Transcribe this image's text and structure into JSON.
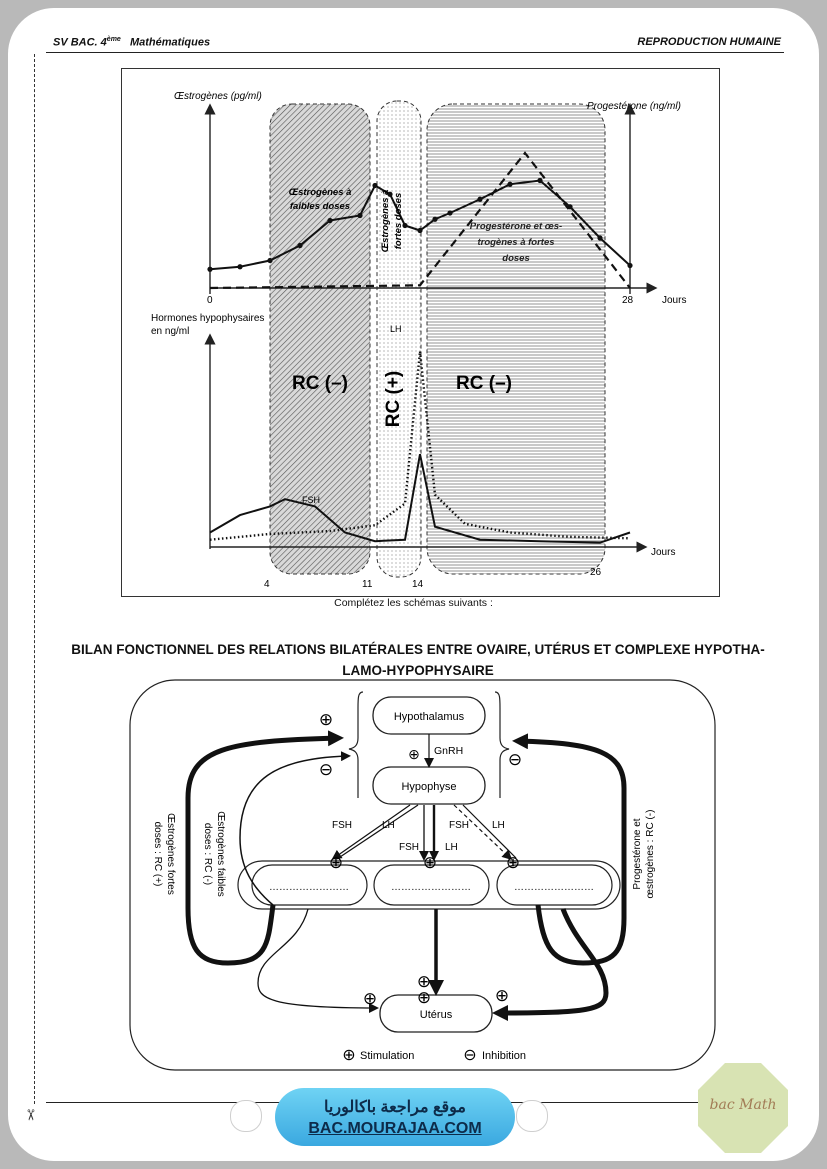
{
  "header": {
    "left_prefix": "SV BAC. 4",
    "left_sup": "ème",
    "left_subject": "Mathématiques",
    "right": "REPRODUCTION HUMAINE"
  },
  "graph": {
    "top_left_axis": "Œstrogènes (pg/ml)",
    "top_right_axis": "Progestérone (ng/ml)",
    "x_zero": "0",
    "x_28": "28",
    "x_unit_top": "Jours",
    "zone1_label_line1": "Œstrogènes à",
    "zone1_label_line2": "faibles doses",
    "zone2_label_line1": "Œstrogènes à",
    "zone2_label_line2": "fortes doses",
    "zone3_label_line1": "Progestérone et œs-",
    "zone3_label_line2": "trogènes à fortes",
    "zone3_label_line3": "doses",
    "bottom_axis_line1": "Hormones hypophysaires",
    "bottom_axis_line2": "en ng/ml",
    "lh_label": "LH",
    "fsh_label": "FSH",
    "rc_minus_1": "RC (–)",
    "rc_plus": "RC (+)",
    "rc_minus_2": "RC (–)",
    "x_unit_bottom": "Jours",
    "tick_4": "4",
    "tick_11": "11",
    "tick_14": "14",
    "tick_26": "26",
    "chart_data": {
      "type": "line",
      "x_unit": "Jours",
      "xlim": [
        0,
        28
      ],
      "series": [
        {
          "name": "Œstrogènes",
          "x": [
            0,
            2,
            4,
            6,
            8,
            10,
            11,
            12,
            13,
            14,
            15,
            16,
            18,
            20,
            22,
            24,
            26,
            28
          ],
          "values": [
            1.5,
            1.7,
            2.2,
            3.4,
            5.4,
            5.8,
            8.2,
            7.5,
            5.0,
            4.6,
            5.5,
            6.0,
            7.1,
            8.3,
            8.6,
            6.5,
            4.0,
            1.8
          ]
        },
        {
          "name": "Progestérone",
          "x": [
            0,
            14,
            21,
            28
          ],
          "values": [
            0,
            0.2,
            10,
            0
          ]
        },
        {
          "name": "FSH",
          "x": [
            0,
            2,
            4,
            5,
            7,
            9,
            11,
            13,
            14,
            15,
            18,
            22,
            26,
            28
          ],
          "values": [
            1,
            2.2,
            2.8,
            3.3,
            2.8,
            1.0,
            0.4,
            0.5,
            6.4,
            1.4,
            0.5,
            0.4,
            0.3,
            1.0
          ]
        },
        {
          "name": "LH",
          "x": [
            0,
            4,
            8,
            11,
            13,
            14,
            15,
            17,
            20,
            24,
            28
          ],
          "values": [
            0.5,
            0.9,
            1.1,
            1.5,
            3.0,
            13.5,
            3.6,
            1.6,
            1.0,
            0.7,
            0.6
          ]
        }
      ]
    }
  },
  "caption": "Complétez les schémas suivants :",
  "title_line1": "BILAN FONCTIONNEL DES RELATIONS BILATÉRALES ENTRE OVAIRE, UTÉRUS ET COMPLEXE HYPOTHA-",
  "title_line2": "LAMO-HYPOPHYSAIRE",
  "diagram": {
    "hypothalamus": "Hypothalamus",
    "gnrh": "GnRH",
    "hypophyse": "Hypophyse",
    "fsh": "FSH",
    "lh": "LH",
    "blank": "……………………",
    "uterus": "Utérus",
    "left_outer_line1": "Œstrogènes fortes",
    "left_outer_line2": "doses : RC (+)",
    "left_inner_line1": "Œstrogènes faibles",
    "left_inner_line2": "doses : RC (-)",
    "right_line1": "Progestérone et",
    "right_line2": "œstrogènes : RC (-)",
    "stim_symbol": "⊕",
    "inhib_symbol": "⊖",
    "legend_stim": "Stimulation",
    "legend_inhib": "Inhibition"
  },
  "footer": {
    "arabic": "موقع مراجعة باكالوريا",
    "url": "BAC.MOURAJAA.COM",
    "logo_text": "bac Math"
  }
}
